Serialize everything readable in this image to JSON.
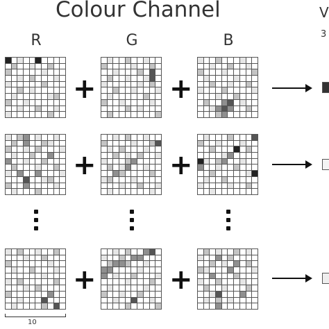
{
  "title": "Colour Channel",
  "title_cut": "V",
  "subtitle_cut": "3",
  "columns": [
    "R",
    "G",
    "B"
  ],
  "operator": "+",
  "scale_label": "10",
  "colors": {
    "black": "#111111",
    "grid_line": "#555555"
  },
  "rows": [
    {
      "output_color": "#333333",
      "grids": [
        [
          5,
          0,
          1,
          0,
          0,
          5,
          0,
          0,
          0,
          0,
          0,
          2,
          0,
          0,
          1,
          0,
          0,
          2,
          0,
          0,
          2,
          0,
          0,
          0,
          0,
          0,
          1,
          0,
          0,
          0,
          0,
          0,
          1,
          0,
          2,
          0,
          0,
          0,
          1,
          0,
          1,
          0,
          0,
          0,
          0,
          0,
          2,
          0,
          0,
          0,
          0,
          0,
          2,
          0,
          1,
          0,
          0,
          0,
          0,
          0,
          0,
          1,
          0,
          0,
          0,
          0,
          0,
          1,
          2,
          0,
          2,
          0,
          0,
          1,
          0,
          0,
          0,
          0,
          0,
          0,
          0,
          0,
          1,
          0,
          0,
          2,
          0,
          0,
          1,
          0,
          1,
          0,
          0,
          0,
          0,
          0,
          0,
          2,
          0,
          0
        ],
        [
          0,
          1,
          0,
          0,
          2,
          0,
          0,
          1,
          0,
          0,
          2,
          0,
          0,
          0,
          0,
          1,
          0,
          0,
          2,
          0,
          0,
          0,
          1,
          0,
          0,
          0,
          2,
          0,
          4,
          0,
          0,
          2,
          0,
          0,
          1,
          0,
          0,
          1,
          4,
          0,
          1,
          0,
          0,
          0,
          0,
          0,
          1,
          0,
          2,
          0,
          0,
          0,
          2,
          0,
          0,
          1,
          0,
          0,
          0,
          1,
          0,
          1,
          0,
          0,
          0,
          0,
          0,
          2,
          0,
          0,
          2,
          0,
          0,
          1,
          0,
          0,
          0,
          0,
          1,
          0,
          0,
          0,
          0,
          0,
          2,
          0,
          1,
          0,
          0,
          0,
          0,
          2,
          0,
          0,
          0,
          0,
          0,
          0,
          0,
          2
        ],
        [
          1,
          0,
          0,
          2,
          0,
          0,
          0,
          1,
          0,
          0,
          0,
          0,
          1,
          0,
          0,
          2,
          0,
          0,
          1,
          0,
          2,
          0,
          0,
          0,
          1,
          0,
          0,
          0,
          0,
          2,
          0,
          1,
          0,
          0,
          0,
          0,
          1,
          0,
          0,
          0,
          0,
          0,
          2,
          0,
          0,
          1,
          0,
          0,
          2,
          0,
          1,
          0,
          0,
          0,
          2,
          0,
          0,
          0,
          0,
          1,
          0,
          0,
          0,
          1,
          0,
          0,
          2,
          0,
          0,
          0,
          0,
          2,
          0,
          0,
          3,
          4,
          0,
          1,
          0,
          0,
          0,
          0,
          1,
          3,
          4,
          3,
          0,
          0,
          2,
          0,
          0,
          0,
          0,
          2,
          3,
          0,
          0,
          0,
          0,
          0
        ]
      ]
    },
    {
      "output_color": "#f4f4f4",
      "grids": [
        [
          1,
          0,
          2,
          3,
          0,
          1,
          0,
          0,
          1,
          0,
          0,
          2,
          0,
          3,
          0,
          0,
          2,
          1,
          0,
          0,
          2,
          0,
          0,
          1,
          0,
          2,
          0,
          0,
          0,
          1,
          0,
          1,
          0,
          0,
          2,
          0,
          0,
          3,
          0,
          0,
          3,
          0,
          0,
          1,
          0,
          0,
          2,
          0,
          0,
          0,
          0,
          2,
          0,
          0,
          0,
          1,
          0,
          0,
          2,
          0,
          1,
          0,
          3,
          0,
          0,
          3,
          0,
          0,
          0,
          1,
          0,
          0,
          0,
          4,
          0,
          0,
          1,
          2,
          0,
          0,
          2,
          0,
          0,
          3,
          0,
          0,
          0,
          0,
          1,
          0,
          0,
          1,
          0,
          0,
          0,
          2,
          0,
          0,
          0,
          0
        ],
        [
          0,
          0,
          1,
          0,
          2,
          0,
          0,
          1,
          0,
          0,
          2,
          0,
          0,
          0,
          0,
          1,
          0,
          0,
          2,
          4,
          0,
          1,
          0,
          2,
          0,
          0,
          0,
          1,
          0,
          0,
          0,
          0,
          2,
          0,
          1,
          0,
          2,
          0,
          0,
          1,
          1,
          0,
          0,
          0,
          2,
          3,
          0,
          0,
          0,
          0,
          0,
          2,
          0,
          1,
          3,
          0,
          0,
          1,
          0,
          0,
          0,
          0,
          3,
          2,
          0,
          0,
          0,
          0,
          2,
          0,
          1,
          2,
          0,
          0,
          0,
          1,
          0,
          0,
          0,
          0,
          0,
          0,
          0,
          1,
          0,
          0,
          2,
          0,
          0,
          1,
          0,
          1,
          0,
          0,
          0,
          0,
          0,
          0,
          1,
          0
        ],
        [
          0,
          1,
          0,
          0,
          0,
          2,
          0,
          0,
          0,
          4,
          2,
          0,
          0,
          1,
          0,
          0,
          0,
          1,
          0,
          0,
          0,
          0,
          2,
          0,
          0,
          0,
          5,
          0,
          2,
          0,
          0,
          0,
          0,
          0,
          1,
          3,
          0,
          0,
          0,
          0,
          5,
          1,
          0,
          2,
          3,
          0,
          0,
          1,
          0,
          0,
          3,
          0,
          0,
          1,
          0,
          0,
          2,
          0,
          0,
          0,
          0,
          0,
          2,
          0,
          0,
          0,
          0,
          0,
          1,
          5,
          0,
          1,
          0,
          0,
          2,
          0,
          0,
          0,
          0,
          0,
          1,
          0,
          0,
          0,
          0,
          1,
          0,
          0,
          2,
          0,
          0,
          0,
          1,
          0,
          0,
          0,
          0,
          0,
          0,
          0
        ]
      ]
    },
    {
      "output_color": "#eeeeee",
      "grids": [
        [
          1,
          0,
          2,
          0,
          0,
          1,
          0,
          0,
          2,
          0,
          0,
          0,
          0,
          1,
          0,
          0,
          2,
          0,
          0,
          0,
          2,
          0,
          0,
          0,
          0,
          0,
          0,
          1,
          0,
          0,
          0,
          1,
          0,
          0,
          2,
          0,
          0,
          0,
          1,
          0,
          0,
          0,
          0,
          0,
          0,
          0,
          1,
          0,
          0,
          0,
          1,
          0,
          2,
          0,
          0,
          0,
          0,
          0,
          2,
          0,
          0,
          0,
          0,
          1,
          0,
          2,
          0,
          0,
          0,
          0,
          2,
          0,
          0,
          0,
          0,
          0,
          0,
          3,
          0,
          0,
          0,
          0,
          1,
          0,
          0,
          0,
          4,
          0,
          0,
          0,
          0,
          1,
          0,
          0,
          0,
          0,
          2,
          0,
          4,
          0
        ],
        [
          0,
          0,
          1,
          0,
          2,
          0,
          0,
          3,
          4,
          0,
          1,
          0,
          0,
          2,
          0,
          3,
          3,
          0,
          0,
          0,
          0,
          2,
          3,
          3,
          2,
          0,
          0,
          1,
          0,
          0,
          3,
          3,
          0,
          0,
          0,
          0,
          1,
          0,
          0,
          0,
          3,
          0,
          1,
          0,
          0,
          2,
          0,
          0,
          0,
          1,
          0,
          0,
          0,
          0,
          1,
          0,
          0,
          0,
          2,
          0,
          0,
          1,
          0,
          0,
          0,
          0,
          0,
          1,
          0,
          0,
          2,
          0,
          0,
          1,
          0,
          0,
          2,
          0,
          0,
          0,
          0,
          0,
          1,
          0,
          0,
          4,
          0,
          0,
          1,
          0,
          0,
          0,
          0,
          0,
          2,
          0,
          0,
          0,
          0,
          2
        ],
        [
          0,
          2,
          0,
          1,
          0,
          0,
          2,
          0,
          1,
          0,
          1,
          0,
          0,
          3,
          0,
          2,
          0,
          0,
          0,
          0,
          0,
          0,
          2,
          0,
          1,
          0,
          3,
          0,
          2,
          0,
          2,
          1,
          0,
          0,
          0,
          3,
          0,
          0,
          0,
          1,
          0,
          0,
          3,
          0,
          0,
          0,
          2,
          0,
          0,
          0,
          1,
          0,
          0,
          2,
          0,
          0,
          0,
          1,
          0,
          0,
          0,
          2,
          0,
          0,
          1,
          0,
          0,
          0,
          2,
          0,
          0,
          0,
          1,
          4,
          0,
          0,
          0,
          3,
          0,
          0,
          0,
          1,
          0,
          2,
          0,
          1,
          0,
          0,
          0,
          0,
          0,
          0,
          0,
          3,
          0,
          0,
          0,
          0,
          0,
          0
        ]
      ]
    }
  ]
}
